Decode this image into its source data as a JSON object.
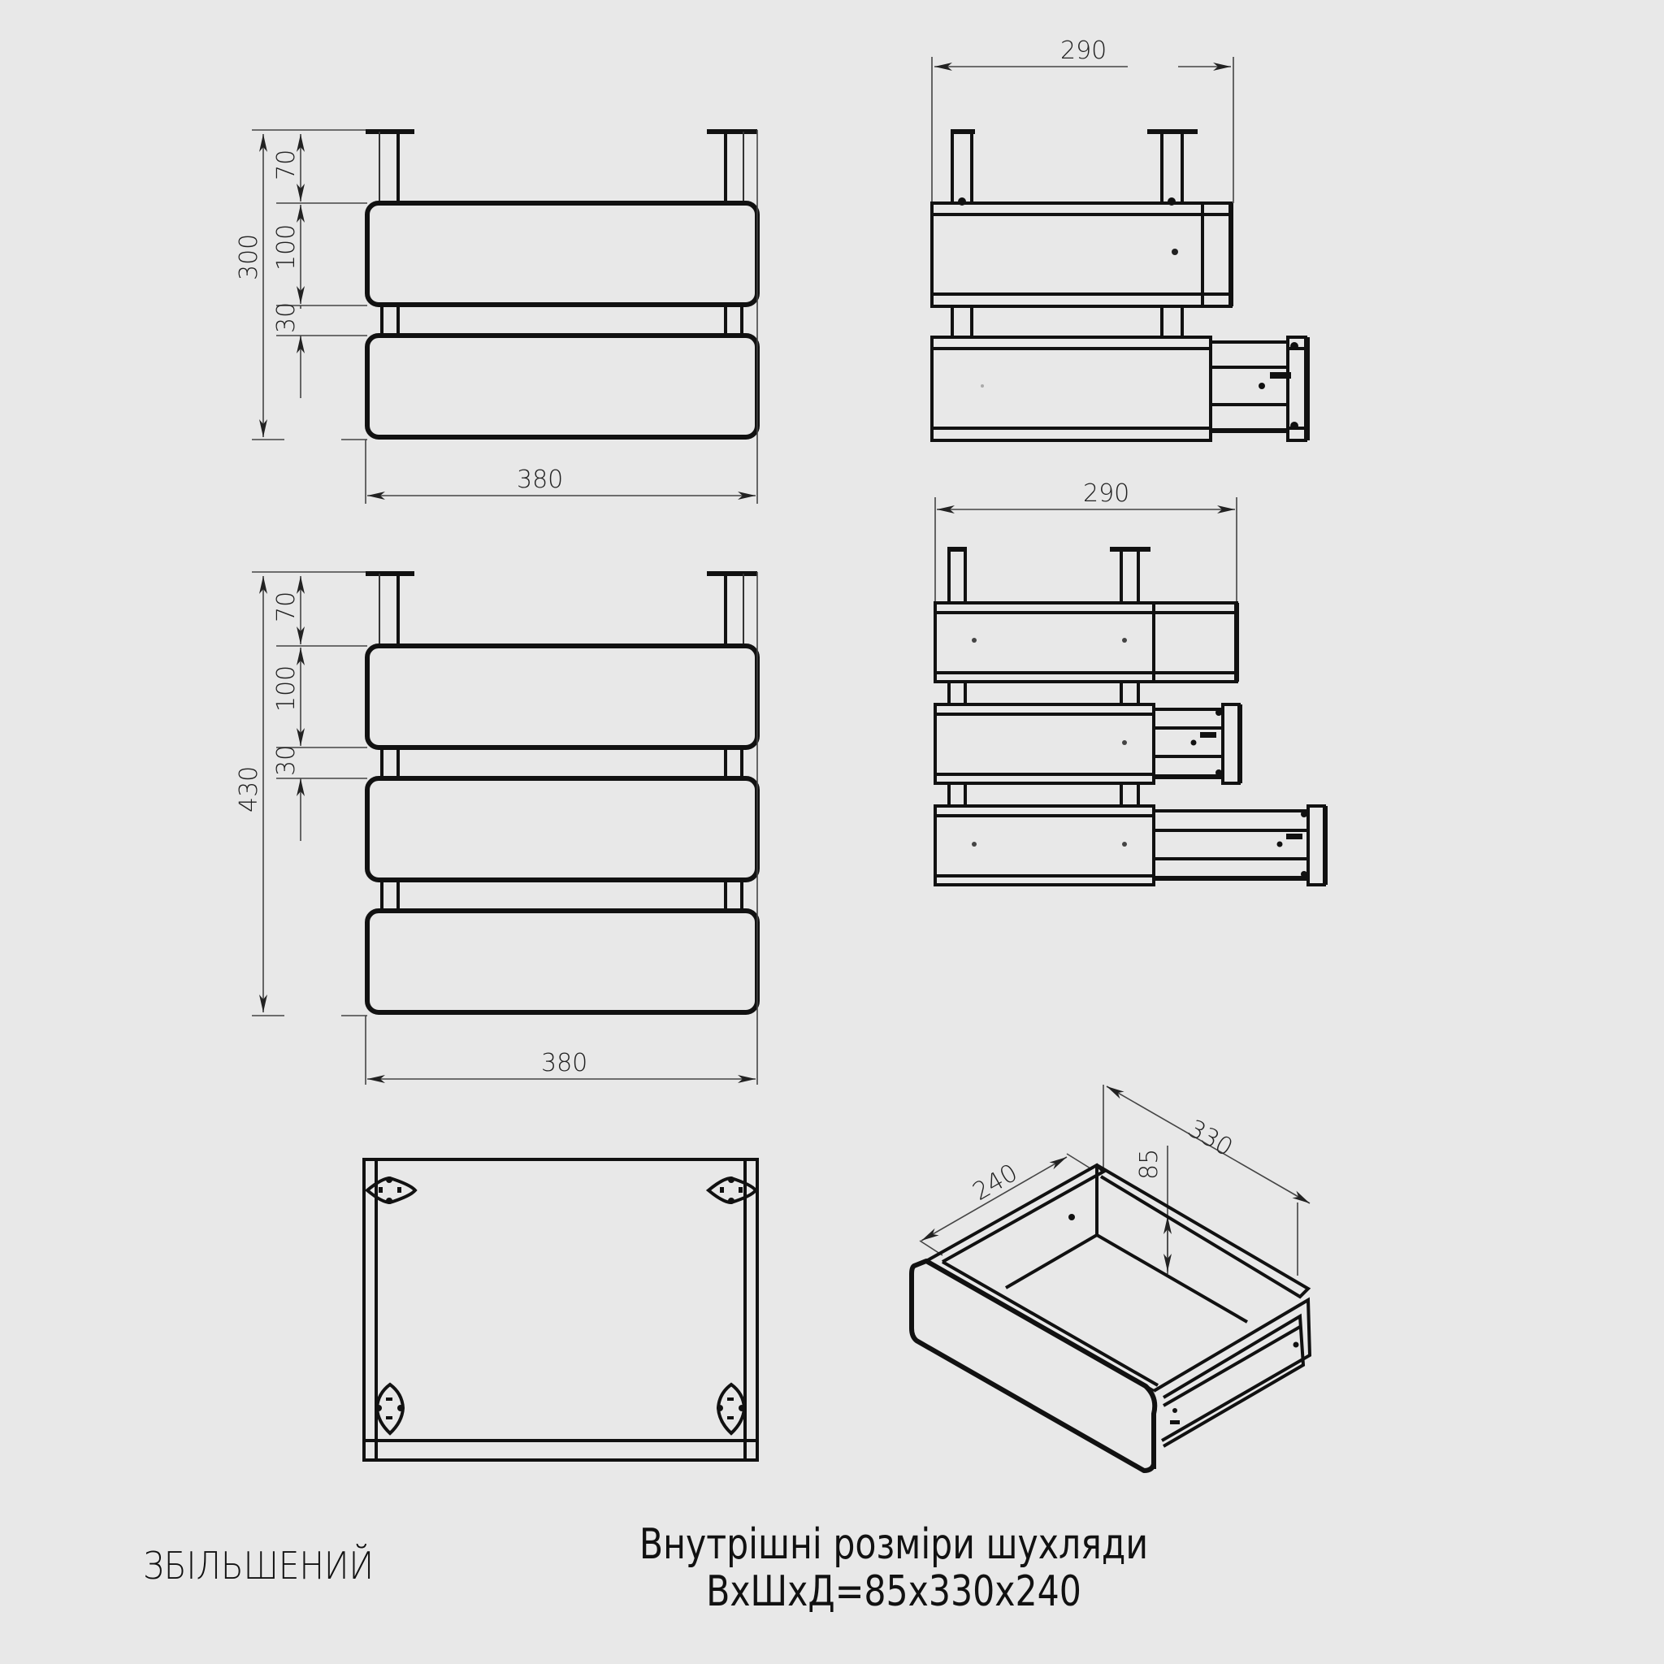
{
  "drawings": {
    "front_two_drawer": {
      "total_height": "300",
      "post_height": "70",
      "drawer_height": "100",
      "gap": "30",
      "width": "380"
    },
    "side_two_drawer": {
      "depth": "290"
    },
    "front_three_drawer": {
      "total_height": "430",
      "post_height": "70",
      "drawer_height": "100",
      "gap": "30",
      "width": "380"
    },
    "side_three_drawer": {
      "depth": "290"
    },
    "top_view": {},
    "isometric_drawer": {
      "depth": "240",
      "width": "330",
      "height": "85"
    }
  },
  "captions": {
    "left_label": "ЗБІЛЬШЕНИЙ",
    "title_line1": "Внутрішні розміри шухляди",
    "title_line2": "ВхШхД=85х330х240"
  },
  "colors": {
    "background": "#e8e8e8",
    "line": "#111111"
  }
}
